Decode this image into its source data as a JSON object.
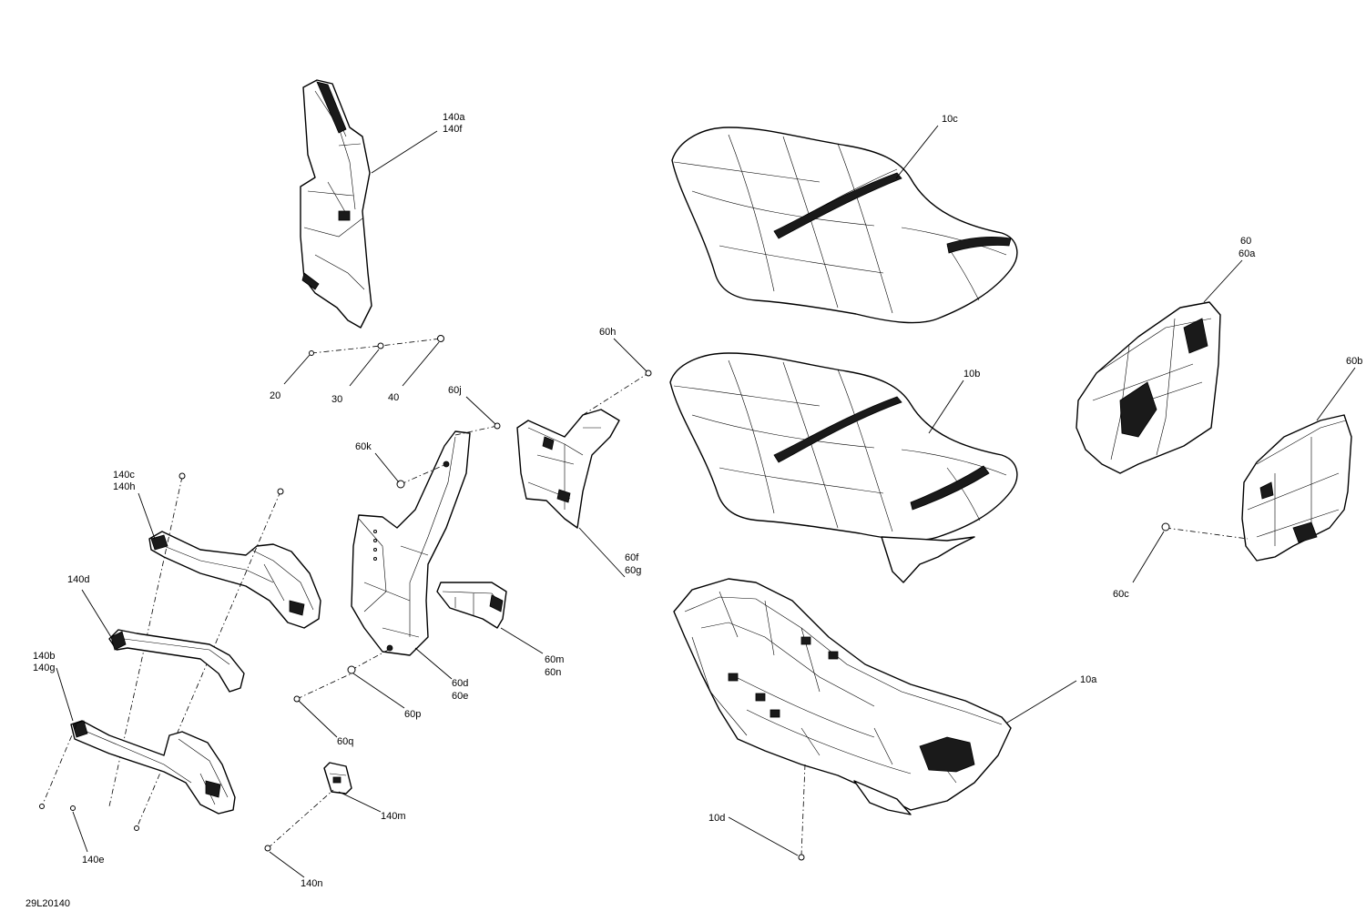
{
  "figure_id": "29L20140",
  "callouts": {
    "c140a": "140a",
    "c140f": "140f",
    "c10c": "10c",
    "c60": "60",
    "c60a": "60a",
    "c20": "20",
    "c30": "30",
    "c40": "40",
    "c60h": "60h",
    "c60j": "60j",
    "c60k": "60k",
    "c10b": "10b",
    "c60b": "60b",
    "c140c": "140c",
    "c140h": "140h",
    "c140d": "140d",
    "c60f": "60f",
    "c60g": "60g",
    "c60c": "60c",
    "c140b": "140b",
    "c140g": "140g",
    "c60m": "60m",
    "c60n": "60n",
    "c60d": "60d",
    "c60e": "60e",
    "c10a": "10a",
    "c60p": "60p",
    "c60q": "60q",
    "c140m": "140m",
    "c10d": "10d",
    "c140e": "140e",
    "c140n": "140n"
  }
}
